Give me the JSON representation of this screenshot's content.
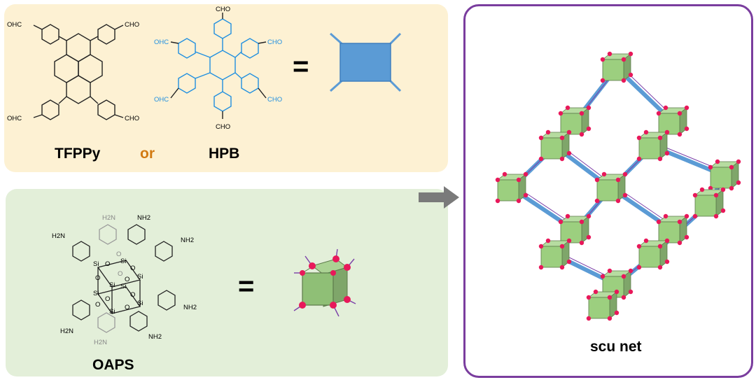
{
  "top_panel": {
    "tfppy": {
      "name": "TFPPy",
      "groups": [
        "OHC",
        "CHO",
        "OHC",
        "CHO"
      ]
    },
    "connector": "or",
    "hpb": {
      "name": "HPB",
      "groups": [
        "CHO",
        "OHC",
        "CHO",
        "OHC",
        "CHO",
        "CHO"
      ]
    },
    "equals": "="
  },
  "bottom_panel": {
    "oaps": {
      "name": "OAPS",
      "groups": [
        "H2N",
        "NH2",
        "NH2",
        "H2N",
        "NH2",
        "H2N",
        "NH2",
        "H2N"
      ],
      "atoms": [
        "Si",
        "O",
        "Si",
        "O",
        "Si",
        "O",
        "Si",
        "O",
        "Si",
        "O",
        "Si",
        "O",
        "Si",
        "O",
        "Si",
        "O",
        "O",
        "O"
      ]
    },
    "equals": "="
  },
  "right_panel": {
    "label": "scu net"
  },
  "colors": {
    "top_panel_bg": "#fdf1d3",
    "bottom_panel_bg": "#e3efd9",
    "frame_border": "#7a3d9e",
    "hpb_blue": "#1f8fe0",
    "linker_blue": "#5b9bd5",
    "cube_green": "#9ccf7f",
    "node_pink": "#e8185a",
    "or_orange": "#d27a12"
  }
}
